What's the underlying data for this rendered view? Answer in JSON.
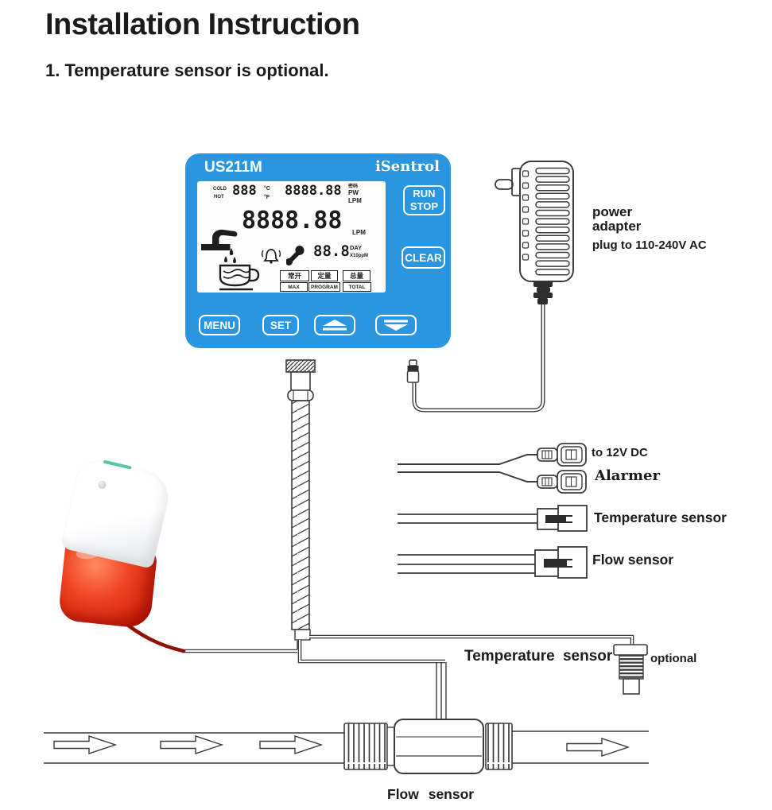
{
  "page": {
    "title": "Installation Instruction",
    "step1": "1. Temperature sensor is optional."
  },
  "meter": {
    "model": "US211M",
    "brand": "iSentrol",
    "lcd": {
      "cold": "COLD",
      "hot": "HOT",
      "temp_value": "888",
      "deg_c": "°C",
      "deg_f": "°F",
      "top_value": "8888.88",
      "password_cn": "密码",
      "pw": "PW",
      "lpm_unit": "LPM",
      "main_value": "8888.88",
      "small_value": "88.8",
      "day": "DAY",
      "x10ppm": "X10ppM",
      "mode_cn": [
        "常开",
        "定量",
        "总量"
      ],
      "mode_en": [
        "MAX",
        "PROGRAM",
        "TOTAL"
      ]
    },
    "buttons": {
      "run": "RUN",
      "stop": "STOP",
      "clear": "CLEAR",
      "menu": "MENU",
      "set": "SET"
    }
  },
  "adapter": {
    "label": "power\nadapter",
    "note": "plug to 110-240V AC"
  },
  "wiring": {
    "dc_label": "to 12V DC",
    "alarmer_label": "Alarmer",
    "temp_label": "Temperature sensor",
    "flow_label": "Flow sensor"
  },
  "install": {
    "temp_sensor_label": "Temperature sensor",
    "optional_label": "optional",
    "flow_sensor_label": "Flow sensor"
  },
  "colors": {
    "meter_blue": "#2a96e0",
    "alarm_red": "#e03218",
    "line": "#3b3b3b"
  }
}
